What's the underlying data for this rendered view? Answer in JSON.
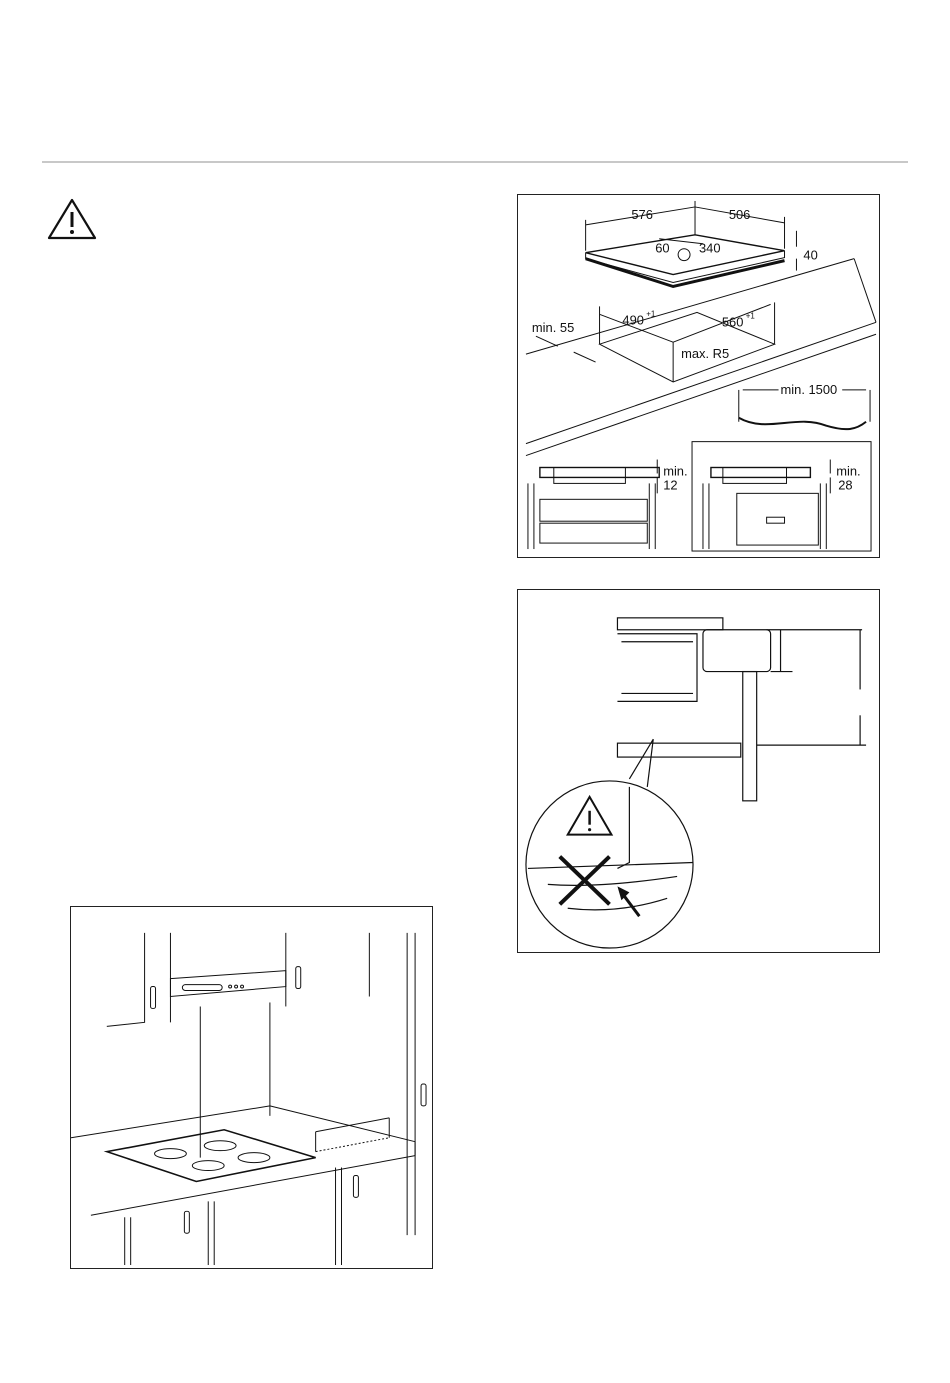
{
  "page": {
    "warning_icon": "warning-triangle-icon"
  },
  "figure_dimensions": {
    "width_label": "576",
    "depth_label": "506",
    "offset_left_label": "60",
    "offset_right_label": "340",
    "height_label": "40",
    "cutout_depth_label": "490",
    "cutout_depth_tol": "+1",
    "cutout_width_label": "560",
    "cutout_width_tol": "+1",
    "min_edge_label": "min. 55",
    "radius_label": "max. R5",
    "cable_label": "min. 1500",
    "drawer_clearance_label": [
      "min.",
      "12"
    ],
    "oven_clearance_label": [
      "min.",
      "28"
    ],
    "icons": [
      "power-symbol-icon"
    ]
  },
  "figure_edge": {
    "icons": [
      "warning-triangle-icon",
      "cross-icon",
      "arrow-icon"
    ]
  },
  "figure_hood": {
    "icons": [
      "cooker-hood",
      "hob",
      "arrow-icon"
    ]
  }
}
